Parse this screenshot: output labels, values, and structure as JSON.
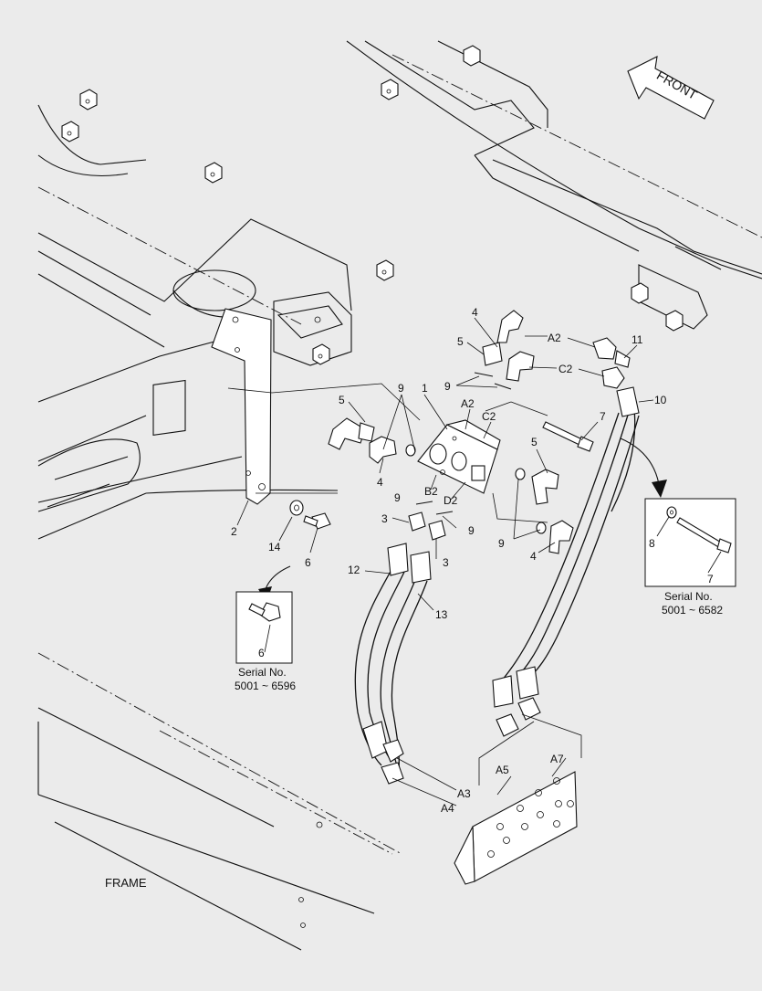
{
  "diagram": {
    "section_label": "FRAME",
    "direction_label": "FRONT",
    "callouts": {
      "c1": "1",
      "c2": "2",
      "c3a": "3",
      "c3b": "3",
      "c4a": "4",
      "c4b": "4",
      "c4c": "4",
      "c5a": "5",
      "c5b": "5",
      "c5c": "5",
      "c6": "6",
      "c7": "7",
      "c9a": "9",
      "c9b": "9",
      "c9c": "9",
      "c9d": "9",
      "c9e": "9",
      "c10": "10",
      "c11": "11",
      "c12": "12",
      "c13": "13",
      "c14": "14",
      "a2": "A2",
      "c2p": "C2",
      "a2b": "A2",
      "c2b": "C2",
      "b2": "B2",
      "d2": "D2",
      "a3": "A3",
      "a4": "A4",
      "a5": "A5",
      "a7": "A7"
    },
    "inset_left": {
      "part": "6",
      "caption_line1": "Serial No.",
      "caption_line2": "5001 ~ 6596"
    },
    "inset_right": {
      "part_washer": "8",
      "part_bolt": "7",
      "caption_line1": "Serial No.",
      "caption_line2": "5001 ~ 6582"
    }
  }
}
